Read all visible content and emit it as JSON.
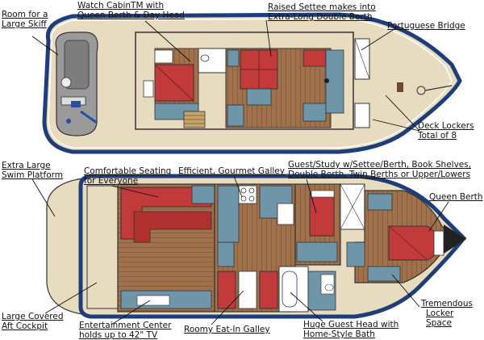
{
  "labels": {
    "skiff": [
      "Room for a",
      "Large Skiff"
    ],
    "watch_cabin": [
      "Watch CabinTM with",
      "Queen Berth & Day Head"
    ],
    "settee": [
      "Raised Settee makes into",
      "Extra-Long Double Berth"
    ],
    "portuguese": [
      "Portuguese Bridge"
    ],
    "deck_lockers": [
      "Deck Lockers",
      "Total of 8"
    ],
    "swim": [
      "Extra Large",
      "Swim Platform"
    ],
    "comfortable": [
      "Comfortable Seating",
      "for Everyone"
    ],
    "galley": [
      "Efficient, Gourmet Galley"
    ],
    "guest_study": [
      "Guest/Study w/Settee/Berth, Book Shelves,",
      "Double Berth, Twin Berths or Upper/Lowers"
    ],
    "queen": [
      "Queen Berth"
    ],
    "aft_cockpit": [
      "Large Covered",
      "Aft Cockpit"
    ],
    "entertainment": [
      "Entertainment Center",
      "holds up to 42\" TV"
    ],
    "eat_in": [
      "Roomy Eat-In Galley"
    ],
    "guest_head": [
      "Huge Guest Head with",
      "Home-Style Bath"
    ],
    "locker": [
      "Tremendous",
      "Locker",
      "Space"
    ]
  },
  "colors": {
    "hull_navy": "#1d3e7a",
    "deck_tan": "#e8dcc0",
    "floor_wood": "#a0714a",
    "blue_slate": "#6f95a8",
    "red_cushion": "#c23a3a",
    "skiff_gray": "#9a9a9a",
    "fixture_white": "#ffffff"
  }
}
